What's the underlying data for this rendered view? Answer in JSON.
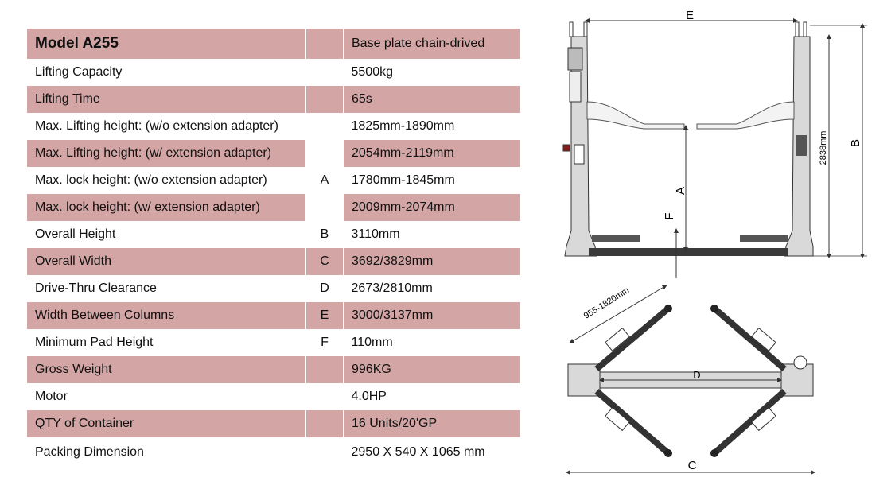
{
  "table": {
    "rows": [
      {
        "label": "Model A255",
        "ref": "",
        "value": "Base plate chain-drived",
        "shaded": true
      },
      {
        "label": "Lifting Capacity",
        "ref": "",
        "value": "5500kg",
        "shaded": false
      },
      {
        "label": "Lifting Time",
        "ref": "",
        "value": "65s",
        "shaded": true
      },
      {
        "label": "Max. Lifting height: (w/o extension adapter)",
        "ref": "",
        "value": "1825mm-1890mm",
        "shaded": false
      },
      {
        "label": "Max. Lifting height: (w/ extension adapter)",
        "ref": "A",
        "value": "2054mm-2119mm",
        "shaded": true
      },
      {
        "label": "Max. lock height: (w/o extension adapter)",
        "ref": "",
        "value": "1780mm-1845mm",
        "shaded": false
      },
      {
        "label": "Max. lock height: (w/ extension adapter)",
        "ref": "",
        "value": "2009mm-2074mm",
        "shaded": true
      },
      {
        "label": "Overall Height",
        "ref": "B",
        "value": "3110mm",
        "shaded": false
      },
      {
        "label": "Overall Width",
        "ref": "C",
        "value": "3692/3829mm",
        "shaded": true
      },
      {
        "label": "Drive-Thru Clearance",
        "ref": "D",
        "value": "2673/2810mm",
        "shaded": false
      },
      {
        "label": "Width Between Columns",
        "ref": "E",
        "value": "3000/3137mm",
        "shaded": true
      },
      {
        "label": "Minimum Pad Height",
        "ref": "F",
        "value": "110mm",
        "shaded": false
      },
      {
        "label": "Gross Weight",
        "ref": "",
        "value": "996KG",
        "shaded": true
      },
      {
        "label": "Motor",
        "ref": "",
        "value": "4.0HP",
        "shaded": false
      },
      {
        "label": "QTY of Container",
        "ref": "",
        "value": "16 Units/20'GP",
        "shaded": true
      },
      {
        "label": "Packing Dimension",
        "ref": "",
        "value": "2950 X 540 X 1065 mm",
        "shaded": false
      }
    ]
  },
  "front_view": {
    "label_e": "E",
    "label_b": "B",
    "label_a": "A",
    "label_f": "F",
    "height_dim": "2838mm"
  },
  "top_view": {
    "label_c": "C",
    "label_d": "D",
    "arm_range": "955-1820mm"
  },
  "colors": {
    "row_shade": "#d3a5a5",
    "drawing_line": "#333333",
    "column_fill": "#d9d9d9"
  }
}
